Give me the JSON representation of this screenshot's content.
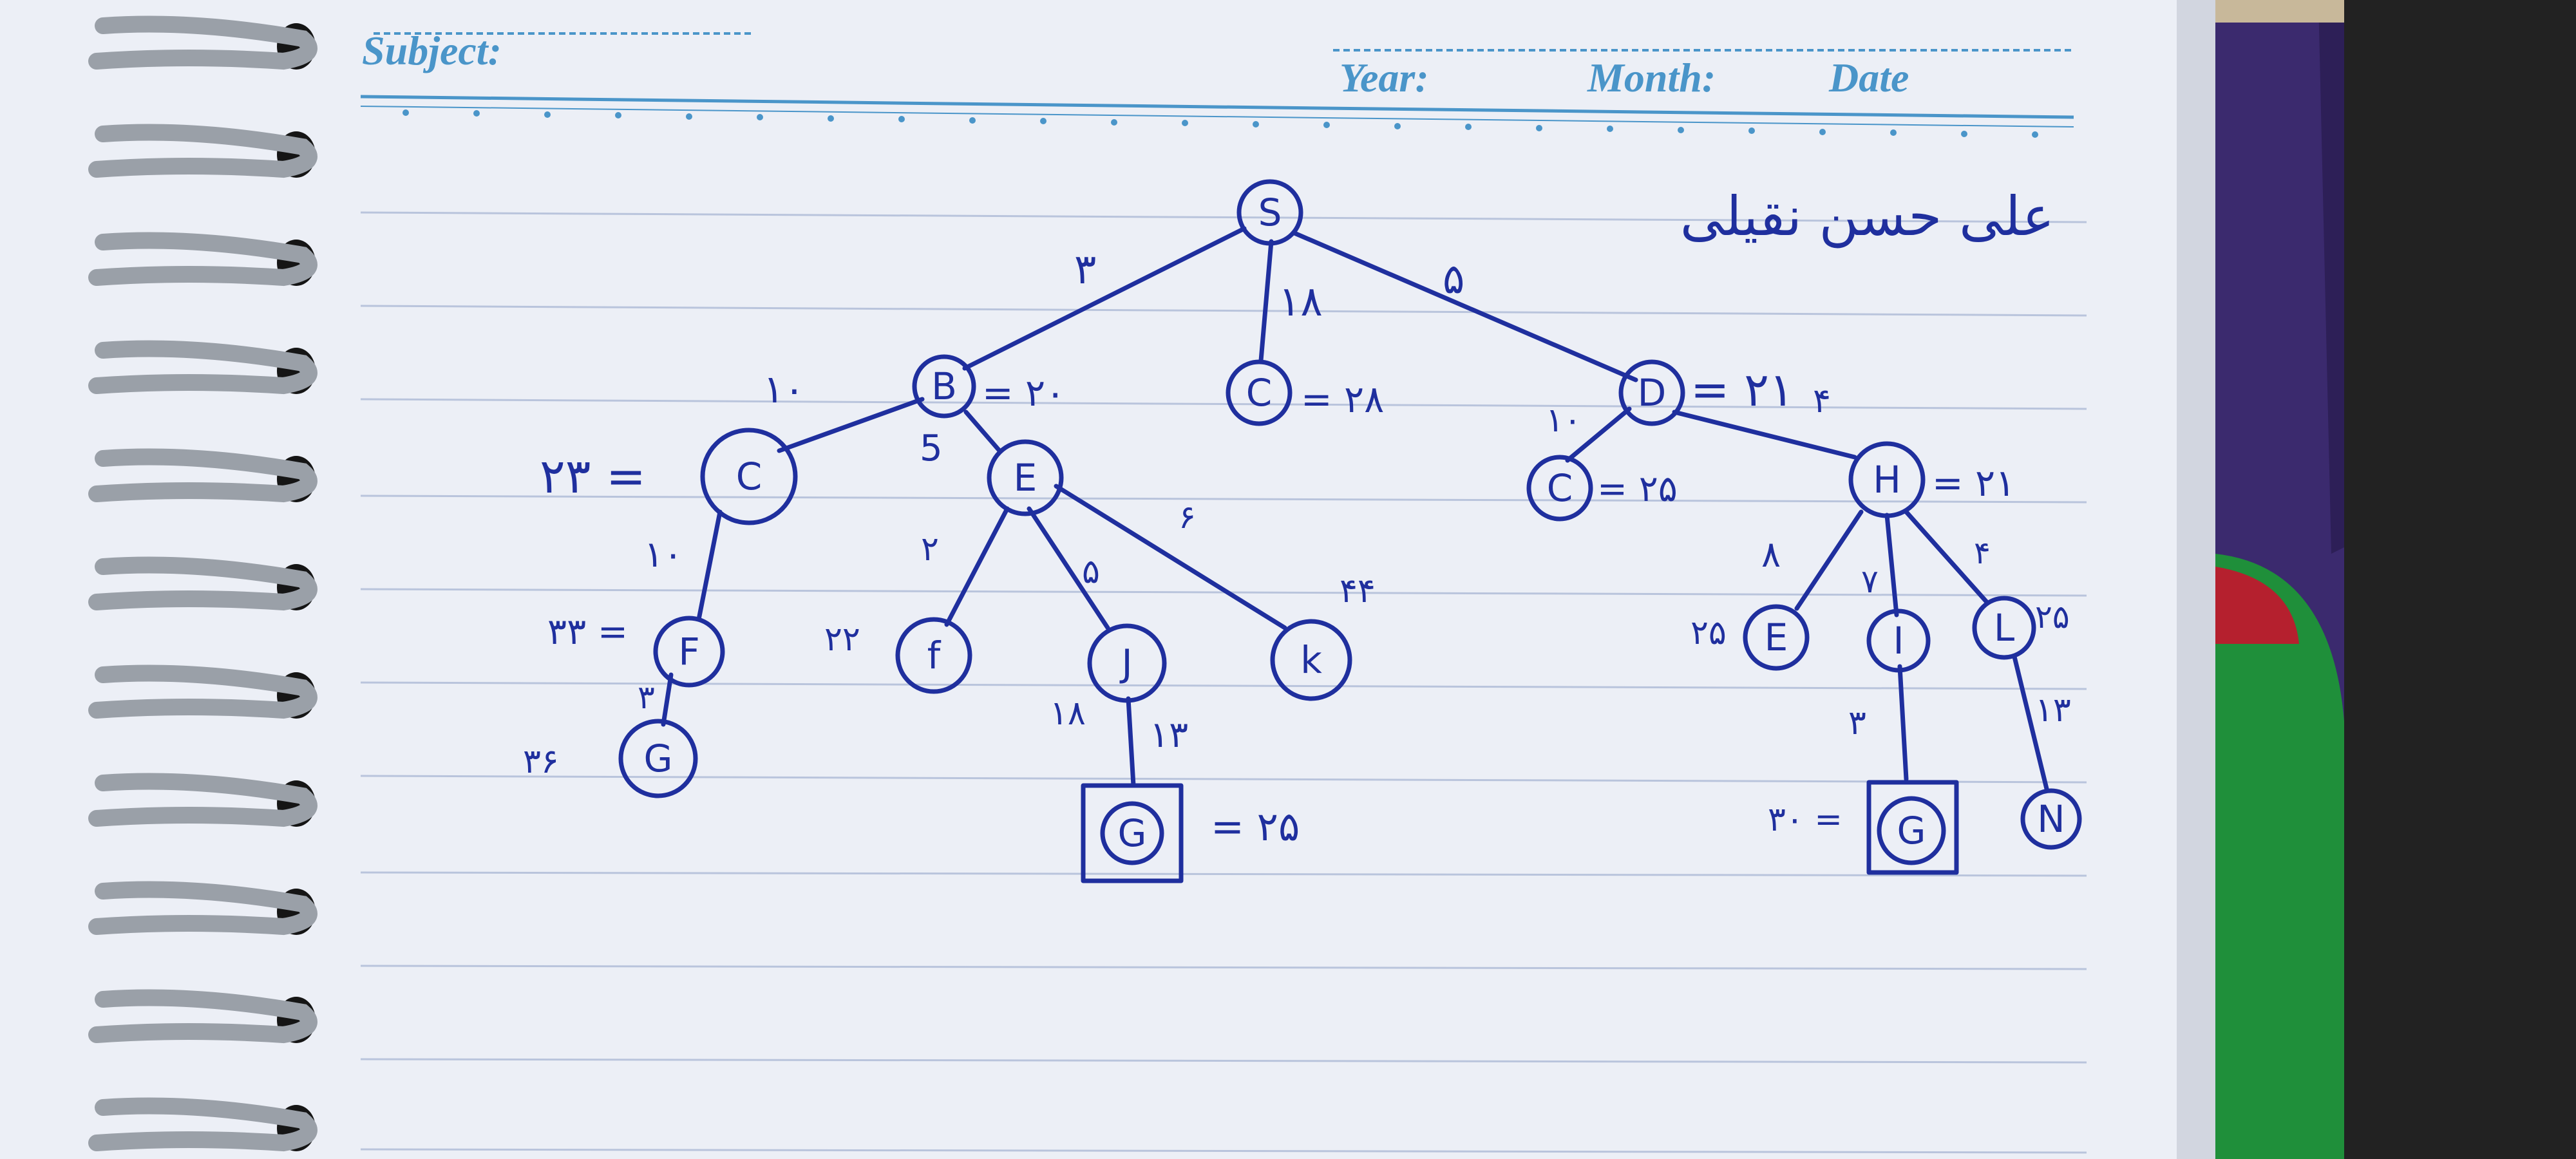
{
  "header": {
    "subject": "Subject:",
    "year": "Year:",
    "month": "Month:",
    "date": "Date"
  },
  "author_note": "علی حسن نقیلی",
  "tree": {
    "nodes": {
      "S": "S",
      "B": "B",
      "C_mid": "C",
      "D": "D",
      "C_left": "C",
      "E": "E",
      "F": "F",
      "G_left": "G",
      "f": "f",
      "J": "J",
      "k": "k",
      "G_goal_mid": "G",
      "C_right": "C",
      "H": "H",
      "E_right": "E",
      "I": "I",
      "L": "L",
      "G_goal_right": "G",
      "N": "N"
    },
    "edge_costs": {
      "S_B": "۳",
      "S_C": "۱۸",
      "S_D": "۵",
      "B_C": "۱۰",
      "B_E": "5",
      "D_C": "۱۰",
      "D_H": "۴",
      "C_F": "۱۰",
      "F_G": "۳",
      "E_f": "۲",
      "E_J": "۵",
      "E_k": "۶",
      "J_G": "۱۳",
      "H_E": "۸",
      "H_I": "۷",
      "H_L": "۴",
      "I_G": "۳",
      "L_N": "۱۳"
    },
    "node_values": {
      "B": "= ۲۰",
      "C_mid": "= ۲۸",
      "D": "= ۲۱",
      "C_left": "۲۳ =",
      "F": "۳۳ =",
      "G_left": "۳۶",
      "f": "۲۲",
      "J_extra": "۱۸",
      "k": "۴۴",
      "G_goal_mid": "= ۲۵",
      "C_right": "= ۲۵",
      "H": "= ۲۱",
      "E_right": "۲۵",
      "G_goal_right": "۳۰ =",
      "L": "۲۵"
    }
  }
}
